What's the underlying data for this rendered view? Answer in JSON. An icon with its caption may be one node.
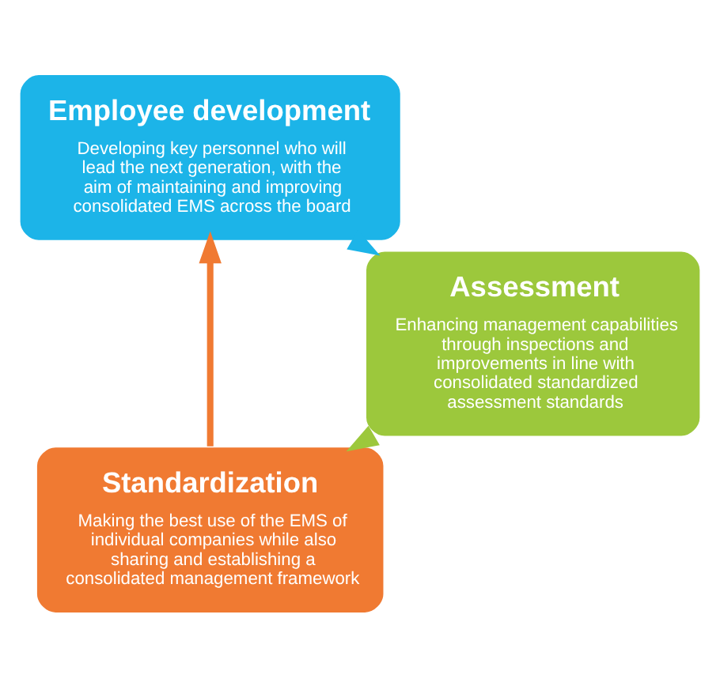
{
  "diagram": {
    "nodes": [
      {
        "text": [
          "Standardization",
          "Making the best use of the EMS of individual companies while also sharing and establishing a consolidated management framework"
        ]
      },
      {
        "text": [
          "Employee development",
          "Developing key personnel who will lead the next generation, with the aim of maintaining and improving consolidated EMS across the board"
        ]
      },
      {
        "text": [
          "Assessment",
          "Enhancing management capabilities through inspections and improvements in line with consolidated standardized assessment standards"
        ]
      }
    ],
    "edges": [
      {
        "from": 0,
        "to": 1,
        "arrow": "to",
        "color": "#f07a32"
      },
      {
        "from": 1,
        "to": 2,
        "arrow": "to",
        "color": "#1cb4e8"
      },
      {
        "from": 2,
        "to": 0,
        "arrow": "to",
        "color": "#9cc83c"
      }
    ]
  }
}
